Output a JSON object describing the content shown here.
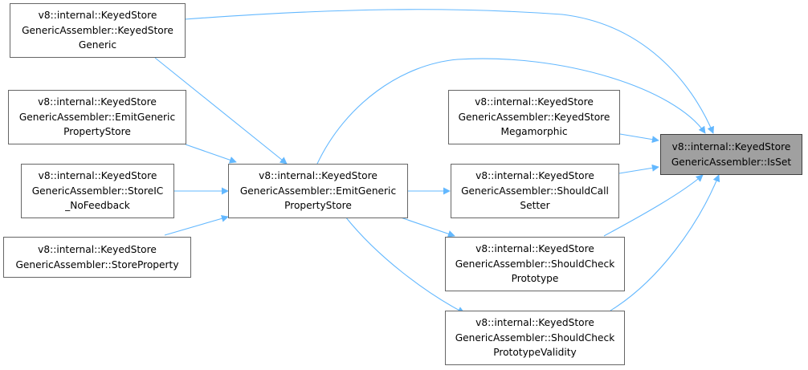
{
  "colors": {
    "edge": "#63b8ff",
    "border": "#666666",
    "focus_fill": "#a0a0a0"
  },
  "nodes": {
    "generic": {
      "lines": [
        "v8::internal::KeyedStore",
        "GenericAssembler::KeyedStore",
        "Generic"
      ]
    },
    "emit_left": {
      "lines": [
        "v8::internal::KeyedStore",
        "GenericAssembler::EmitGeneric",
        "PropertyStore"
      ]
    },
    "storeic": {
      "lines": [
        "v8::internal::KeyedStore",
        "GenericAssembler::StoreIC",
        "_NoFeedback"
      ]
    },
    "storeproperty": {
      "lines": [
        "v8::internal::KeyedStore",
        "GenericAssembler::StoreProperty"
      ]
    },
    "emit_center": {
      "lines": [
        "v8::internal::KeyedStore",
        "GenericAssembler::EmitGeneric",
        "PropertyStore"
      ]
    },
    "megamorphic": {
      "lines": [
        "v8::internal::KeyedStore",
        "GenericAssembler::KeyedStore",
        "Megamorphic"
      ]
    },
    "shouldcallsetter": {
      "lines": [
        "v8::internal::KeyedStore",
        "GenericAssembler::ShouldCall",
        "Setter"
      ]
    },
    "shouldcheckproto": {
      "lines": [
        "v8::internal::KeyedStore",
        "GenericAssembler::ShouldCheck",
        "Prototype"
      ]
    },
    "shouldcheckvalidity": {
      "lines": [
        "v8::internal::KeyedStore",
        "GenericAssembler::ShouldCheck",
        "PrototypeValidity"
      ]
    },
    "isset": {
      "lines": [
        "v8::internal::KeyedStore",
        "GenericAssembler::IsSet"
      ]
    }
  }
}
